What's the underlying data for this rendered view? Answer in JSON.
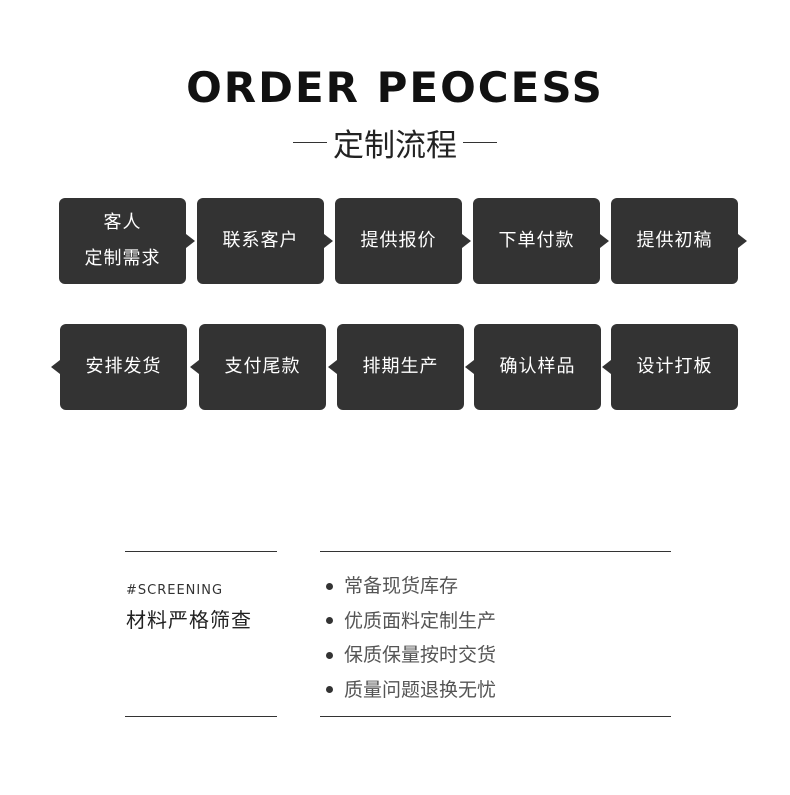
{
  "header": {
    "title_en": "ORDER PEOCESS",
    "title_cn": "定制流程"
  },
  "steps_row1": [
    {
      "line1": "客人",
      "line2": "定制需求"
    },
    {
      "line1": "联系客户"
    },
    {
      "line1": "提供报价"
    },
    {
      "line1": "下单付款"
    },
    {
      "line1": "提供初稿"
    }
  ],
  "steps_row2": [
    {
      "line1": "安排发货"
    },
    {
      "line1": "支付尾款"
    },
    {
      "line1": "排期生产"
    },
    {
      "line1": "确认样品"
    },
    {
      "line1": "设计打板"
    }
  ],
  "screening": {
    "tag": "#SCREENING",
    "title": "材料严格筛查",
    "features": [
      "常备现货库存",
      "优质面料定制生产",
      "保质保量按时交货",
      "质量问题退换无忧"
    ]
  }
}
